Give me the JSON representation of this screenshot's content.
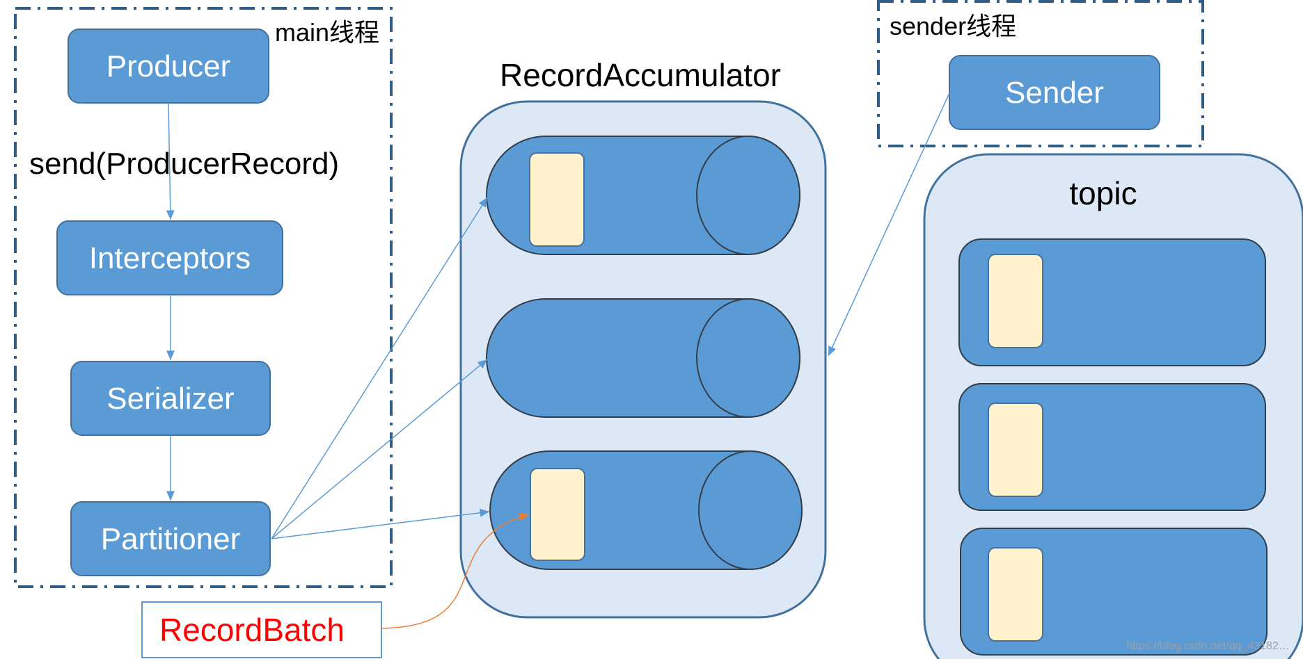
{
  "main_thread": {
    "label": "main线程",
    "producer": "Producer",
    "send_call": "send(ProducerRecord)",
    "interceptors": "Interceptors",
    "serializer": "Serializer",
    "partitioner": "Partitioner"
  },
  "accumulator": {
    "title": "RecordAccumulator"
  },
  "sender_thread": {
    "label": "sender线程",
    "sender": "Sender"
  },
  "topic": {
    "title": "topic"
  },
  "record_batch": {
    "label": "RecordBatch"
  },
  "watermark": "https://blog.csdn.net/qq_43182…",
  "colors": {
    "box_fill": "#5b9bd5",
    "box_stroke": "#41719c",
    "container_fill": "#dce8f5",
    "container_stroke": "#41719c",
    "record_fill": "#fff2cc",
    "dash_border": "#2e5d87",
    "arrow_blue": "#5b9bd5",
    "arrow_orange": "#ed7d31",
    "batch_text": "#ff0000",
    "batch_border": "#5b9bd5"
  },
  "icons": {
    "flow_arrow": "arrow-head-icon"
  }
}
